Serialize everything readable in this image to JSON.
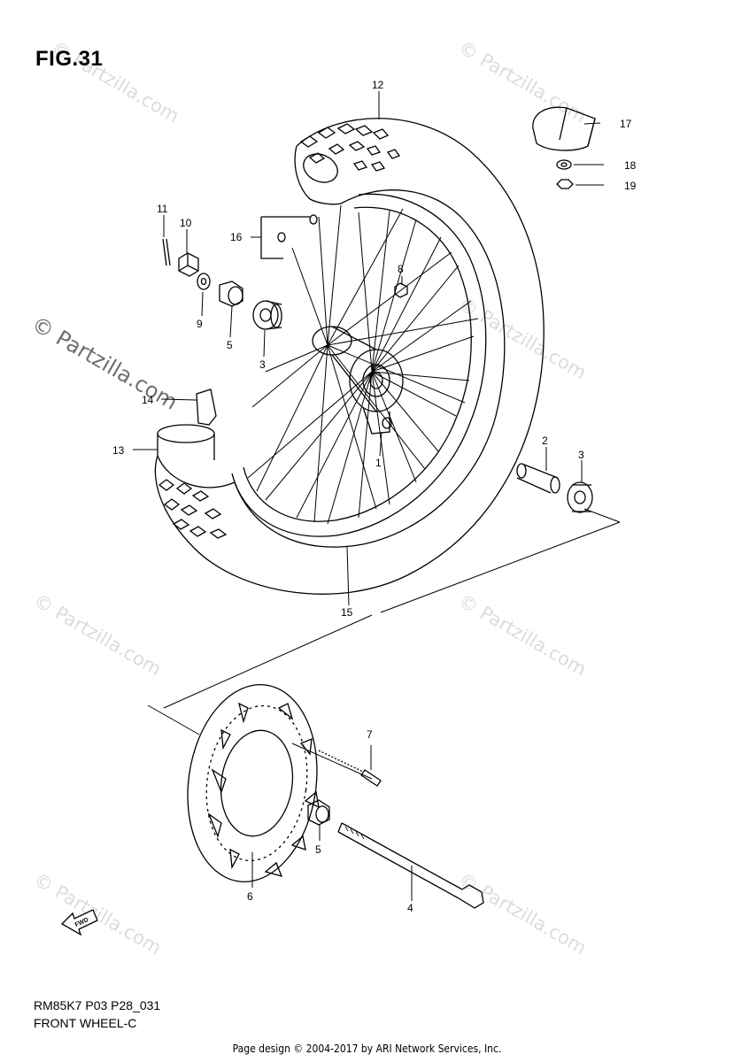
{
  "figure_title": "FIG.31",
  "watermark_text": "© Partzilla.com",
  "callouts": {
    "c1": "1",
    "c2": "2",
    "c3a": "3",
    "c3b": "3",
    "c4": "4",
    "c5a": "5",
    "c5b": "5",
    "c6": "6",
    "c7": "7",
    "c8": "8",
    "c9": "9",
    "c10": "10",
    "c11": "11",
    "c12": "12",
    "c13": "13",
    "c14": "14",
    "c15": "15",
    "c16": "16",
    "c17": "17",
    "c18": "18",
    "c19": "19"
  },
  "fwd_label": "FWD",
  "diagram_code": "RM85K7 P03 P28_031",
  "diagram_name": "FRONT WHEEL-C",
  "footer": "Page design © 2004-2017 by ARI Network Services, Inc."
}
